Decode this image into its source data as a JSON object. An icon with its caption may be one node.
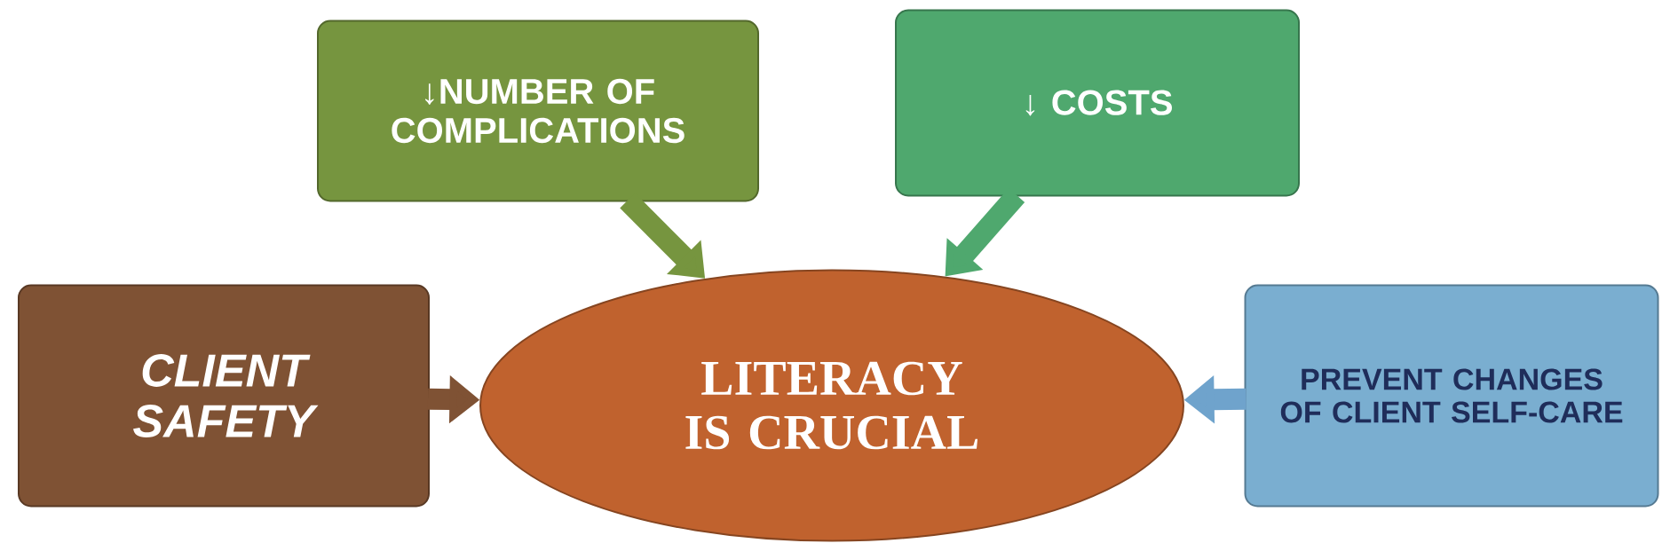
{
  "diagram": {
    "nodes": [
      {
        "text": [
          "↓NUMBER OF COMPLICATIONS"
        ]
      },
      {
        "text": [
          "↓ COSTS"
        ]
      },
      {
        "text": [
          "CLIENT SAFETY"
        ]
      },
      {
        "text": [
          "LITERACY IS CRUCIAL"
        ]
      },
      {
        "text": [
          "PREVENT CHANGES OF CLIENT SELF-CARE"
        ]
      }
    ],
    "edges": [
      {
        "from": 0,
        "to": 3,
        "arrow": "to",
        "color": "#76953f"
      },
      {
        "from": 1,
        "to": 3,
        "arrow": "to",
        "color": "#4fa86e"
      },
      {
        "from": 2,
        "to": 3,
        "arrow": "to",
        "color": "#7f5234"
      },
      {
        "from": 4,
        "to": 3,
        "arrow": "to",
        "color": "#6fa3cc"
      }
    ]
  }
}
